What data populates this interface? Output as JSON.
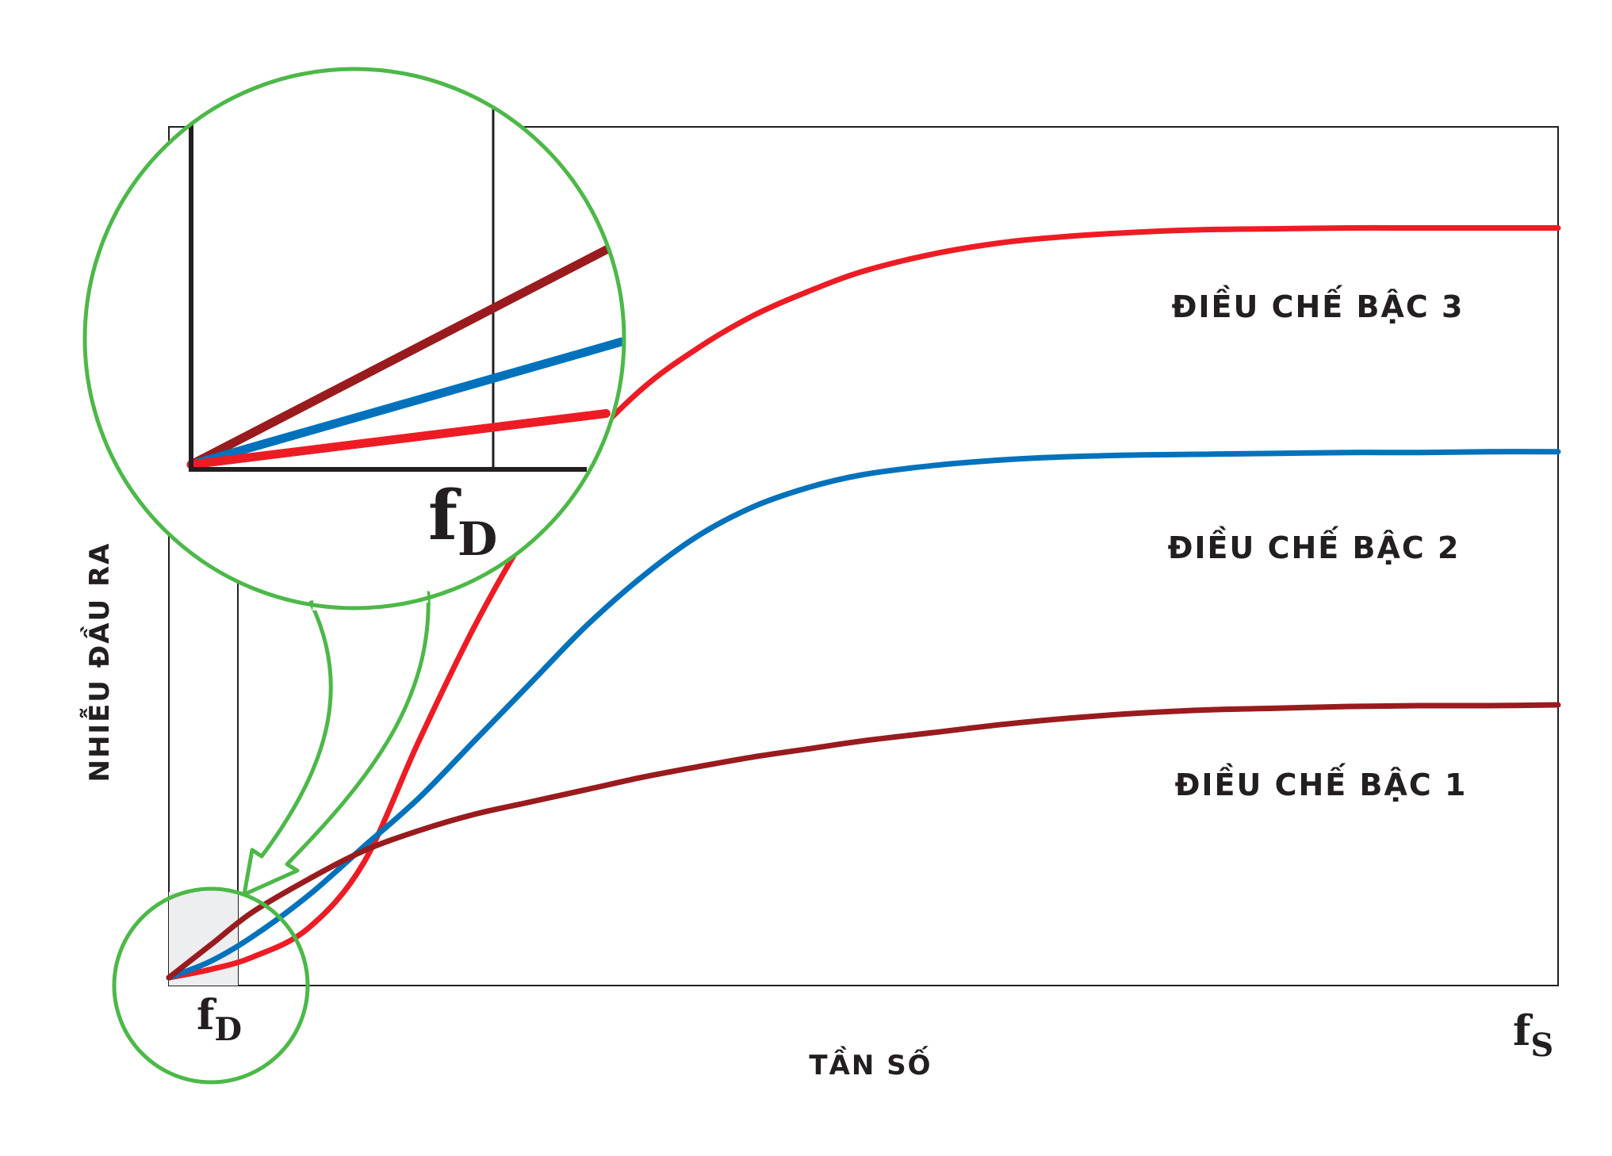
{
  "chart_data": {
    "type": "line",
    "ylabel": "NHIỄU ĐẦU RA",
    "xlabel": "TẦN SỐ",
    "x_marker_low": {
      "main": "f",
      "sub": "D"
    },
    "x_marker_high": {
      "main": "f",
      "sub": "S"
    },
    "grid": false,
    "legend_placement": "inline-right",
    "xlim": [
      0,
      1
    ],
    "ylim": [
      0,
      1
    ],
    "series": [
      {
        "name": "ĐIỀU CHẾ BẬC 3",
        "color": "#ed1c24",
        "x": [
          0.0,
          0.03,
          0.06,
          0.1,
          0.14,
          0.18,
          0.22,
          0.26,
          0.3,
          0.34,
          0.38,
          0.42,
          0.46,
          0.5,
          0.55,
          0.6,
          0.65,
          0.7,
          0.75,
          0.8,
          0.85,
          0.9,
          0.95,
          1.0
        ],
        "values": [
          0.0,
          0.01,
          0.025,
          0.06,
          0.14,
          0.29,
          0.43,
          0.55,
          0.65,
          0.72,
          0.77,
          0.81,
          0.84,
          0.865,
          0.886,
          0.9,
          0.908,
          0.913,
          0.916,
          0.917,
          0.918,
          0.918,
          0.918,
          0.918
        ]
      },
      {
        "name": "ĐIỀU CHẾ BẬC 2",
        "color": "#0072bc",
        "x": [
          0.0,
          0.03,
          0.06,
          0.1,
          0.14,
          0.18,
          0.22,
          0.26,
          0.3,
          0.34,
          0.38,
          0.42,
          0.46,
          0.5,
          0.55,
          0.6,
          0.65,
          0.7,
          0.75,
          0.8,
          0.85,
          0.9,
          0.95,
          1.0
        ],
        "values": [
          0.0,
          0.02,
          0.05,
          0.1,
          0.16,
          0.22,
          0.29,
          0.36,
          0.43,
          0.49,
          0.54,
          0.576,
          0.6,
          0.616,
          0.627,
          0.634,
          0.638,
          0.64,
          0.641,
          0.642,
          0.643,
          0.643,
          0.644,
          0.644
        ]
      },
      {
        "name": "ĐIỀU CHẾ BẬC 1",
        "color": "#991b1e",
        "x": [
          0.0,
          0.03,
          0.06,
          0.1,
          0.14,
          0.18,
          0.22,
          0.26,
          0.3,
          0.34,
          0.38,
          0.42,
          0.46,
          0.5,
          0.55,
          0.6,
          0.65,
          0.7,
          0.75,
          0.8,
          0.85,
          0.9,
          0.95,
          1.0
        ],
        "values": [
          0.0,
          0.04,
          0.08,
          0.12,
          0.155,
          0.18,
          0.2,
          0.215,
          0.23,
          0.245,
          0.258,
          0.27,
          0.28,
          0.29,
          0.3,
          0.31,
          0.318,
          0.324,
          0.328,
          0.33,
          0.332,
          0.333,
          0.333,
          0.334
        ]
      }
    ],
    "inset": {
      "type": "line",
      "description_free": true,
      "x_marker": {
        "main": "f",
        "sub": "D"
      },
      "xlim": [
        0,
        1.37
      ],
      "ylim": [
        0,
        1
      ],
      "series": [
        {
          "name": "ĐIỀU CHẾ BẬC 1",
          "color": "#991b1e",
          "x": [
            0,
            1.37
          ],
          "values": [
            0,
            0.63
          ]
        },
        {
          "name": "ĐIỀU CHẾ BẬC 2",
          "color": "#0072bc",
          "x": [
            0,
            1.42
          ],
          "values": [
            0,
            0.36
          ]
        },
        {
          "name": "ĐIỀU CHẾ BẬC 3",
          "color": "#ed1c24",
          "x": [
            0,
            1.37
          ],
          "values": [
            0,
            0.15
          ]
        }
      ]
    }
  },
  "colors": {
    "callout": "#4cb848",
    "axis": "#231f20",
    "zoom_fill": "#eceef0"
  }
}
